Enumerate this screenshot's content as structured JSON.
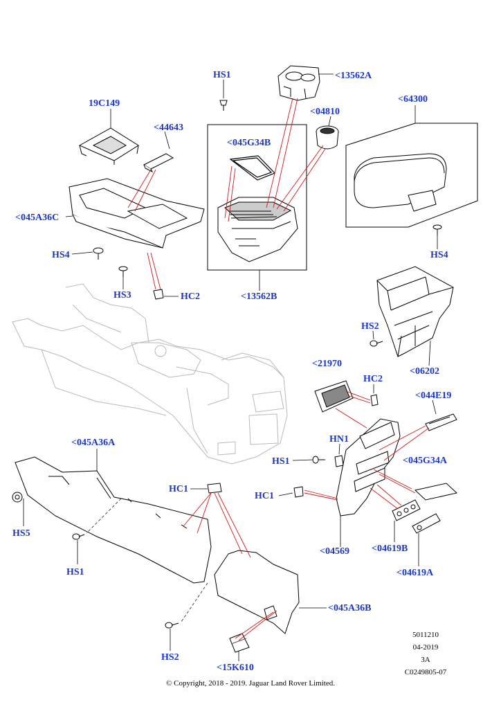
{
  "labels": {
    "hs1_top": "HS1",
    "p13562a": "<13562A",
    "p19c149": "19C149",
    "p04810": "<04810",
    "p64300": "<64300",
    "p44643": "<44643",
    "p045g34b": "<045G34B",
    "p045a36c": "<045A36C",
    "hs4_left": "HS4",
    "hs4_right": "HS4",
    "hs3": "HS3",
    "hc2_top": "HC2",
    "p13562b": "<13562B",
    "hs2_right": "HS2",
    "p06202": "<06202",
    "p21970": "<21970",
    "hc2_mid": "HC2",
    "p044e19": "<044E19",
    "hn1": "HN1",
    "hs1_mid": "HS1",
    "p045g34a": "<045G34A",
    "p045a36a": "<045A36A",
    "hc1_left": "HC1",
    "hc1_right": "HC1",
    "hs5": "HS5",
    "hs1_bottom": "HS1",
    "p04569": "<04569",
    "p04619b": "<04619B",
    "p04619a": "<04619A",
    "p045a36b": "<045A36B",
    "hs2_bottom": "HS2",
    "p15k610": "<15K610"
  },
  "meta": {
    "code": "5011210",
    "date": "04-2019",
    "rev": "3A",
    "ref": "C0249805-07"
  },
  "copyright": "© Copyright, 2018 - 2019. Jaguar Land Rover Limited.",
  "colors": {
    "label": "#1a36c8",
    "leader": "#d01818",
    "line": "#000000",
    "ghost": "#b8b8b8"
  }
}
